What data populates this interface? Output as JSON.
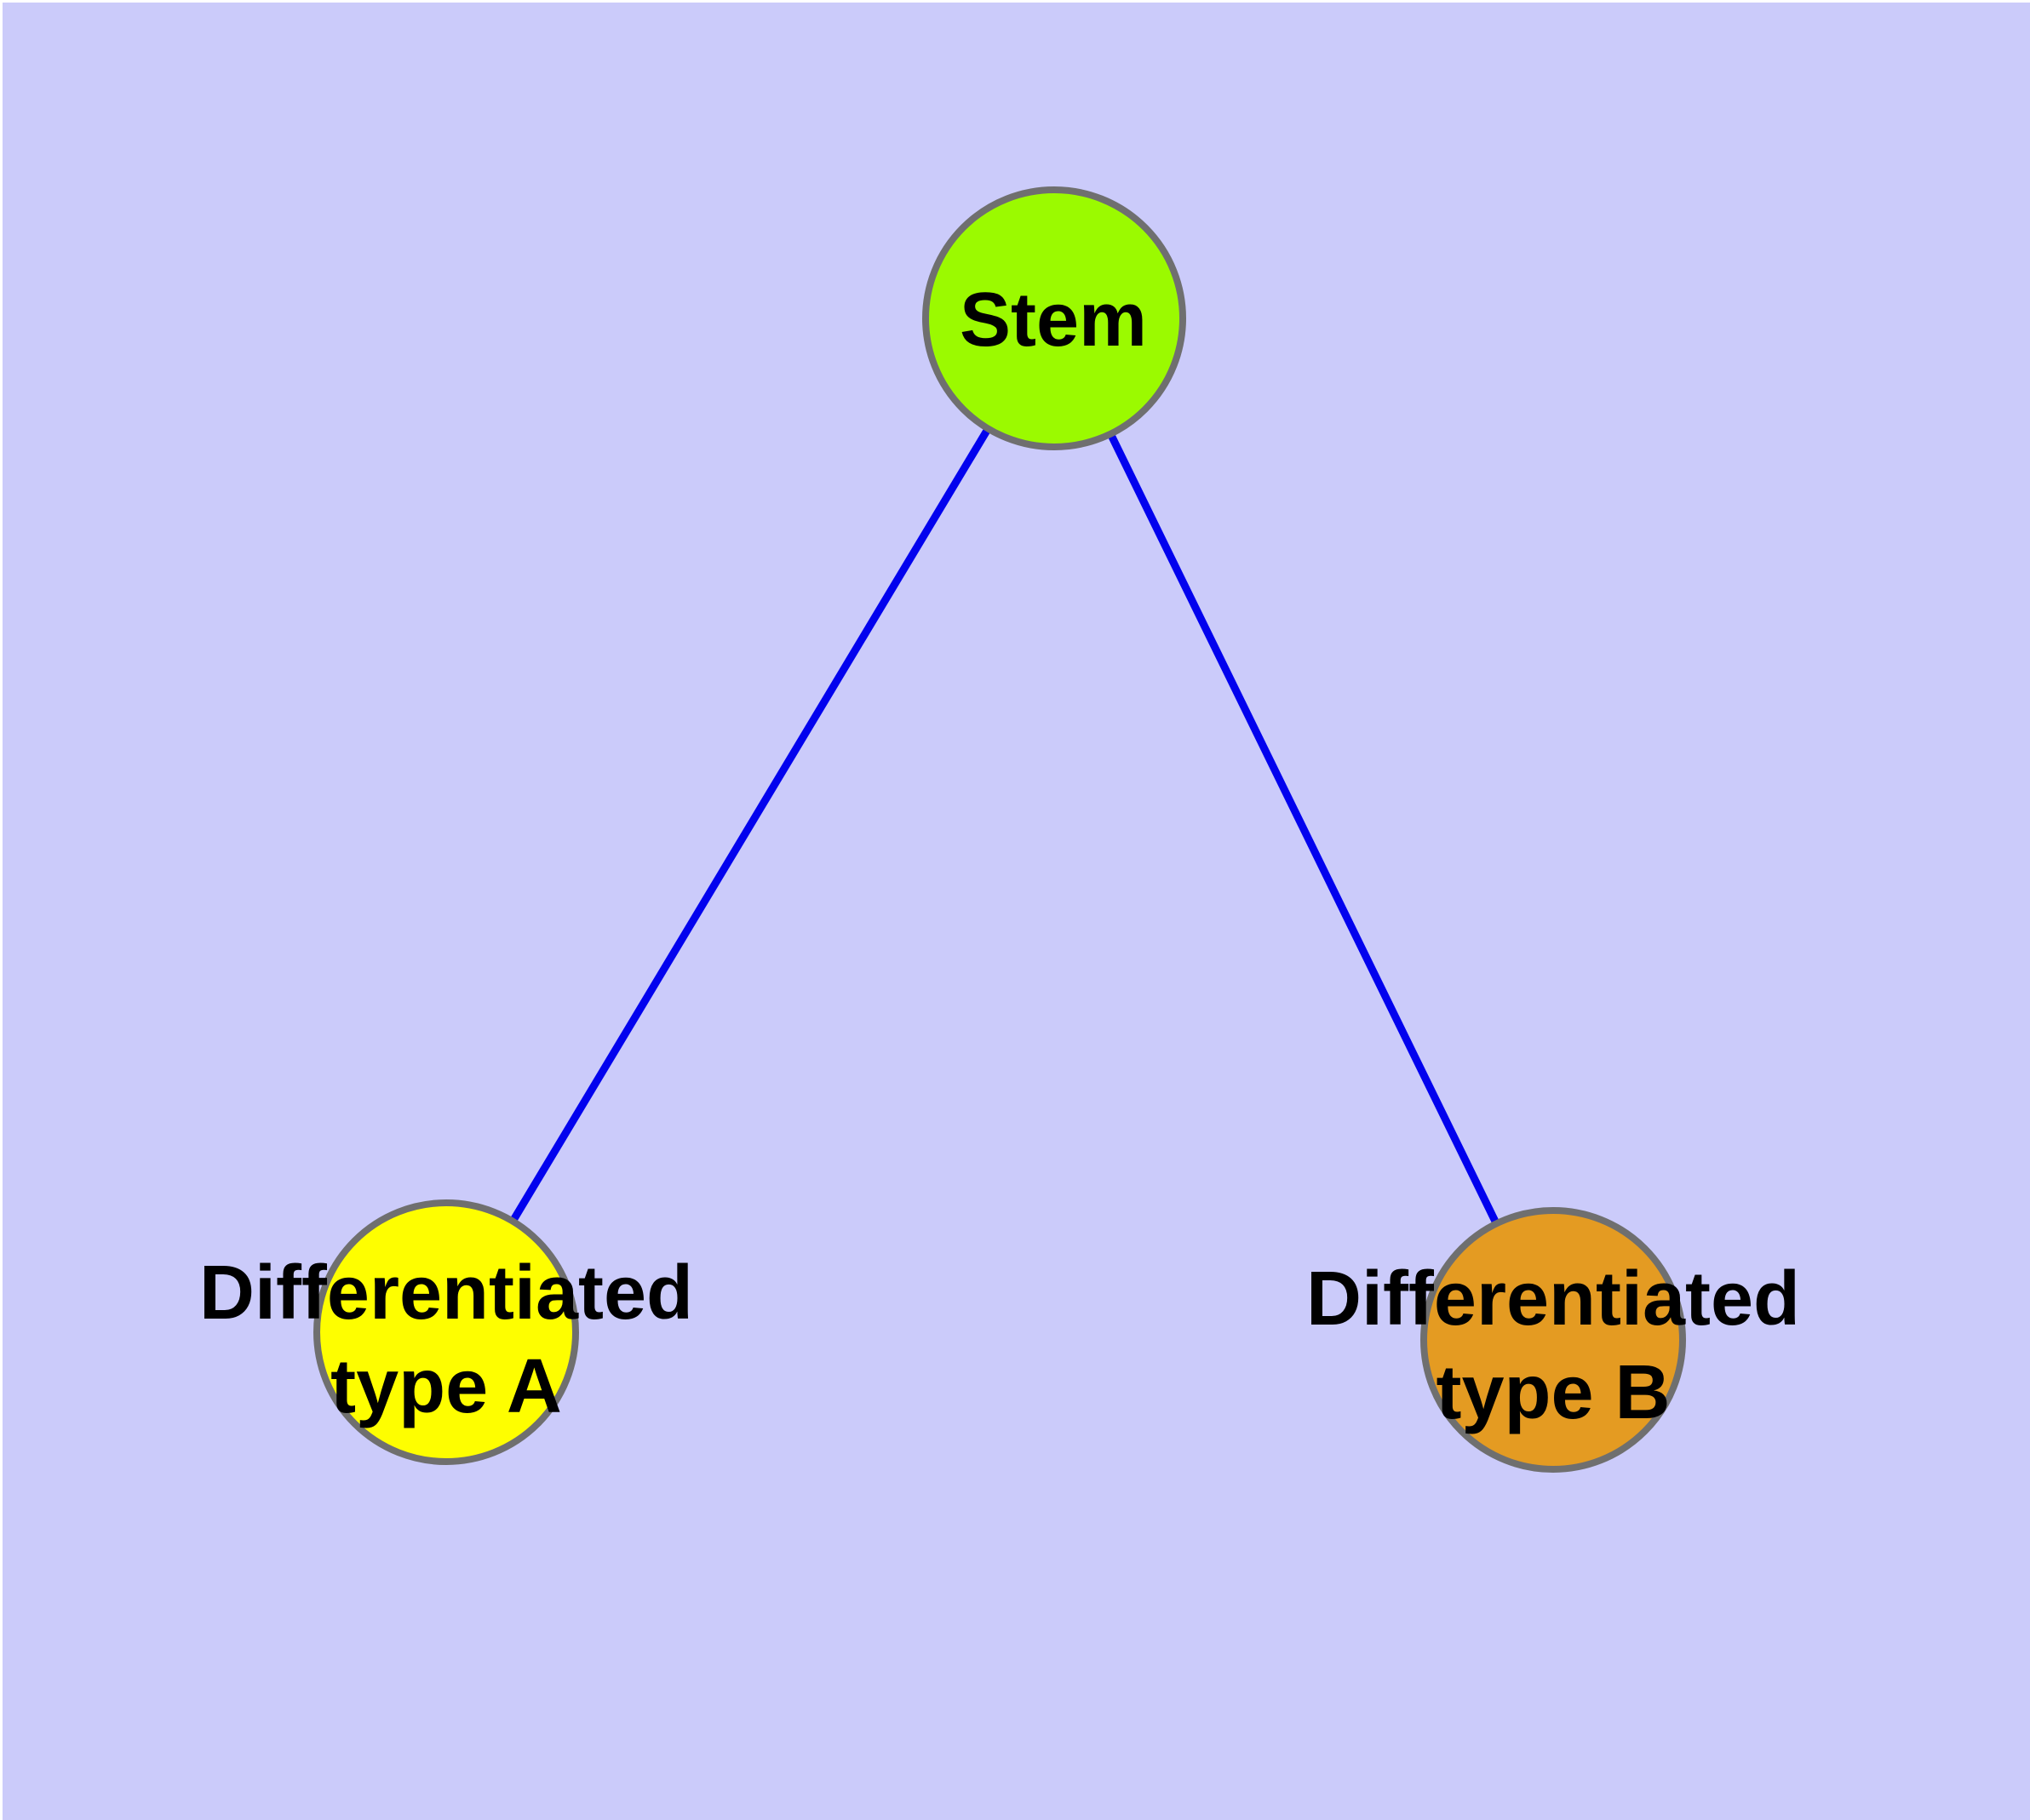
{
  "diagram": {
    "background_color": "#CBCBFA",
    "edge_color": "#0202EE",
    "node_border_color": "#6F6F6F",
    "label_color": "#000000",
    "nodes": [
      {
        "id": "stem",
        "color": "#9BFA00",
        "label_lines": [
          "Stem"
        ]
      },
      {
        "id": "differentiated-type-a",
        "color": "#FEFE00",
        "label_lines": [
          "Differentiated",
          "type A"
        ]
      },
      {
        "id": "differentiated-type-b",
        "color": "#E49B22",
        "label_lines": [
          "Differentiated",
          "type B"
        ]
      }
    ],
    "edges": [
      {
        "from": "stem",
        "to": "differentiated-type-a"
      },
      {
        "from": "stem",
        "to": "differentiated-type-b"
      }
    ]
  }
}
